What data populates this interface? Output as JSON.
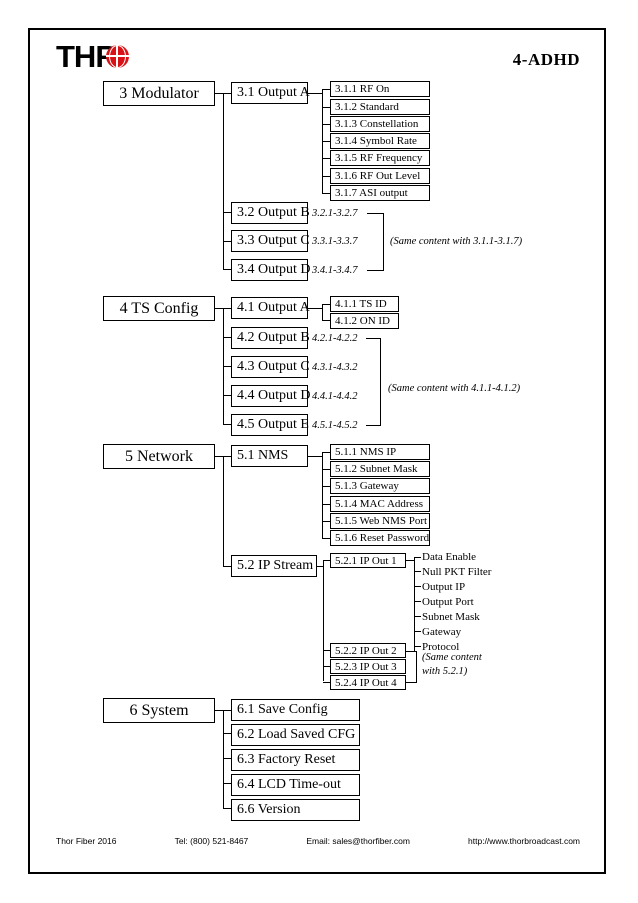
{
  "header": {
    "logo_text": "THR",
    "logo_icon": "globe-icon",
    "model_title": "4-ADHD"
  },
  "tree": {
    "sections": [
      {
        "id": "modulator",
        "title": "3 Modulator",
        "children": [
          {
            "label": "3.1 Output A",
            "leaves": [
              "3.1.1 RF On",
              "3.1.2 Standard",
              "3.1.3 Constellation",
              "3.1.4 Symbol Rate",
              "3.1.5 RF Frequency",
              "3.1.6 RF Out Level",
              "3.1.7 ASI output"
            ]
          },
          {
            "label": "3.2 Output B",
            "range": "3.2.1-3.2.7"
          },
          {
            "label": "3.3 Output C",
            "range": "3.3.1-3.3.7"
          },
          {
            "label": "3.4 Output D",
            "range": "3.4.1-3.4.7"
          }
        ],
        "note": "(Same content with 3.1.1-3.1.7)"
      },
      {
        "id": "ts-config",
        "title": "4 TS Config",
        "children": [
          {
            "label": "4.1 Output A",
            "leaves": [
              "4.1.1 TS ID",
              "4.1.2 ON ID"
            ]
          },
          {
            "label": "4.2 Output B",
            "range": "4.2.1-4.2.2"
          },
          {
            "label": "4.3 Output C",
            "range": "4.3.1-4.3.2"
          },
          {
            "label": "4.4 Output D",
            "range": "4.4.1-4.4.2"
          },
          {
            "label": "4.5 Output E",
            "range": "4.5.1-4.5.2"
          }
        ],
        "note": "(Same content with 4.1.1-4.1.2)"
      },
      {
        "id": "network",
        "title": "5 Network",
        "children": [
          {
            "label": "5.1 NMS",
            "leaves": [
              "5.1.1 NMS IP",
              "5.1.2 Subnet Mask",
              "5.1.3 Gateway",
              "5.1.4 MAC Address",
              "5.1.5 Web NMS Port",
              "5.1.6 Reset Password"
            ]
          },
          {
            "label": "5.2 IP Stream",
            "boxes": [
              "5.2.1 IP Out 1",
              "5.2.2 IP Out 2",
              "5.2.3 IP Out 3",
              "5.2.4 IP Out 4"
            ],
            "plain_leaves": [
              "Data Enable",
              "Null PKT Filter",
              "Output IP",
              "Output Port",
              "Subnet Mask",
              "Gateway",
              "Protocol"
            ],
            "note_line1": "(Same content",
            "note_line2": "with 5.2.1)"
          }
        ]
      },
      {
        "id": "system",
        "title": "6 System",
        "children": [
          {
            "label": "6.1 Save Config"
          },
          {
            "label": "6.2 Load Saved CFG"
          },
          {
            "label": "6.3 Factory Reset"
          },
          {
            "label": "6.4 LCD Time-out"
          },
          {
            "label": "6.6 Version"
          }
        ]
      }
    ]
  },
  "footer": {
    "company": "Thor Fiber 2016",
    "tel": "Tel: (800) 521-8467",
    "email": "Email: sales@thorfiber.com",
    "website": "http://www.thorbroadcast.com"
  },
  "colors": {
    "logo_red": "#d81216",
    "ink": "#000000",
    "paper": "#ffffff"
  }
}
